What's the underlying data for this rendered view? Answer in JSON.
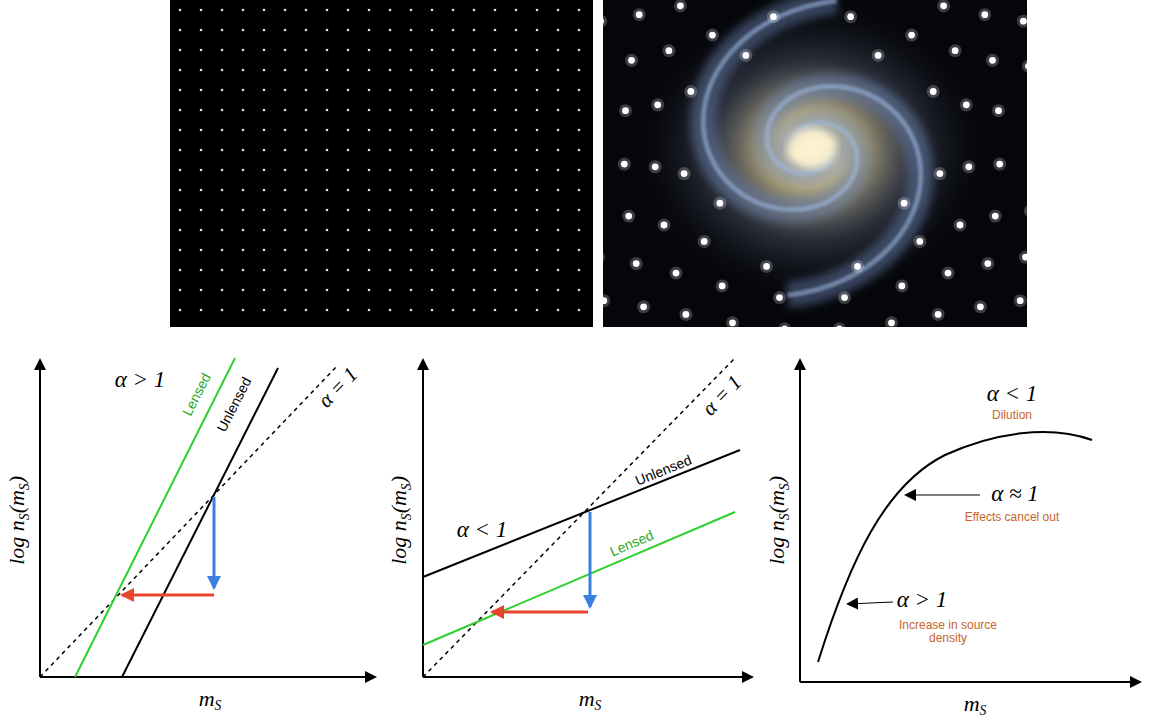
{
  "diagram": {
    "labels": [
      "α > 1",
      "Lensed",
      "Unlensed",
      "α = 1",
      "log n",
      "S",
      "(m",
      "S",
      ")",
      "m",
      "S",
      "α = 1",
      "Unlensed",
      "α < 1",
      "Lensed",
      "log n",
      "S",
      "(m",
      "S",
      ")",
      "m",
      "S",
      "α < 1",
      "Dilution",
      "α ≈ 1",
      "Effects cancel out",
      "α > 1",
      "Increase in source density",
      "log n",
      "S",
      "(m",
      "S",
      ")",
      "m",
      "S"
    ]
  }
}
